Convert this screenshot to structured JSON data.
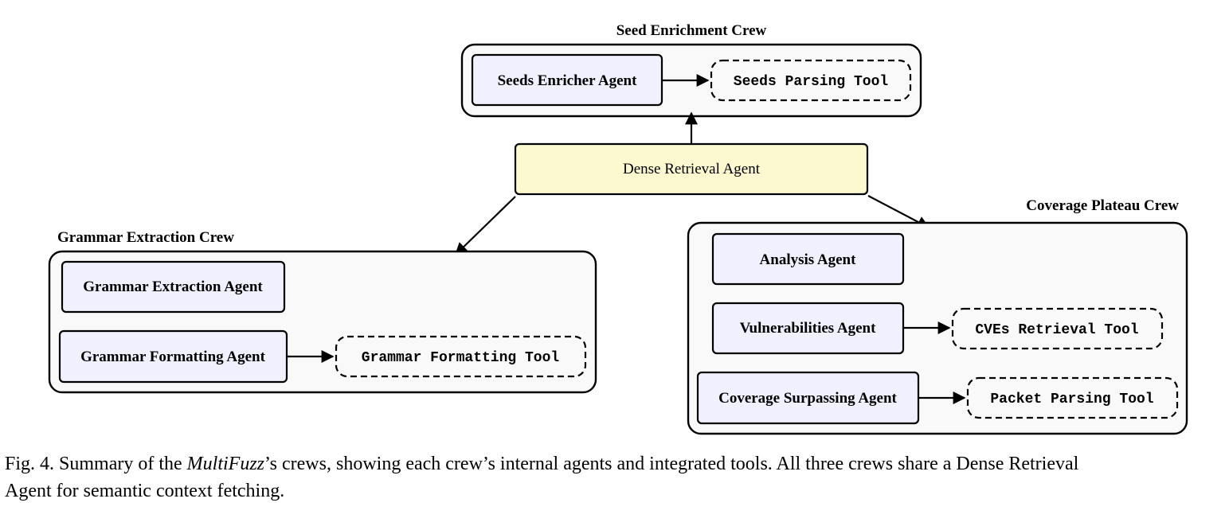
{
  "crews": {
    "seed": {
      "title": "Seed Enrichment Crew",
      "agents": [
        "Seeds Enricher Agent"
      ],
      "tools": [
        "Seeds Parsing Tool"
      ]
    },
    "grammar": {
      "title": "Grammar Extraction Crew",
      "agents": [
        "Grammar Extraction Agent",
        "Grammar Formatting Agent"
      ],
      "tools": [
        "Grammar Formatting Tool"
      ]
    },
    "coverage": {
      "title": "Coverage Plateau Crew",
      "agents": [
        "Analysis Agent",
        "Vulnerabilities Agent",
        "Coverage Surpassing Agent"
      ],
      "tools": [
        "CVEs Retrieval Tool",
        "Packet Parsing Tool"
      ]
    }
  },
  "central_agent": "Dense Retrieval Agent",
  "edges": [
    {
      "from": "Dense Retrieval Agent",
      "to": "Seed Enrichment Crew"
    },
    {
      "from": "Dense Retrieval Agent",
      "to": "Grammar Extraction Crew"
    },
    {
      "from": "Dense Retrieval Agent",
      "to": "Coverage Plateau Crew"
    },
    {
      "from": "Seeds Enricher Agent",
      "to": "Seeds Parsing Tool"
    },
    {
      "from": "Grammar Formatting Agent",
      "to": "Grammar Formatting Tool"
    },
    {
      "from": "Vulnerabilities Agent",
      "to": "CVEs Retrieval Tool"
    },
    {
      "from": "Coverage Surpassing Agent",
      "to": "Packet Parsing Tool"
    }
  ],
  "caption": {
    "prefix": "Fig. 4. Summary of the ",
    "emphasis": "MultiFuzz",
    "suffix": "’s crews, showing each crew’s internal agents and integrated tools. All three crews share a Dense Retrieval",
    "line2": "Agent for semantic context fetching."
  }
}
